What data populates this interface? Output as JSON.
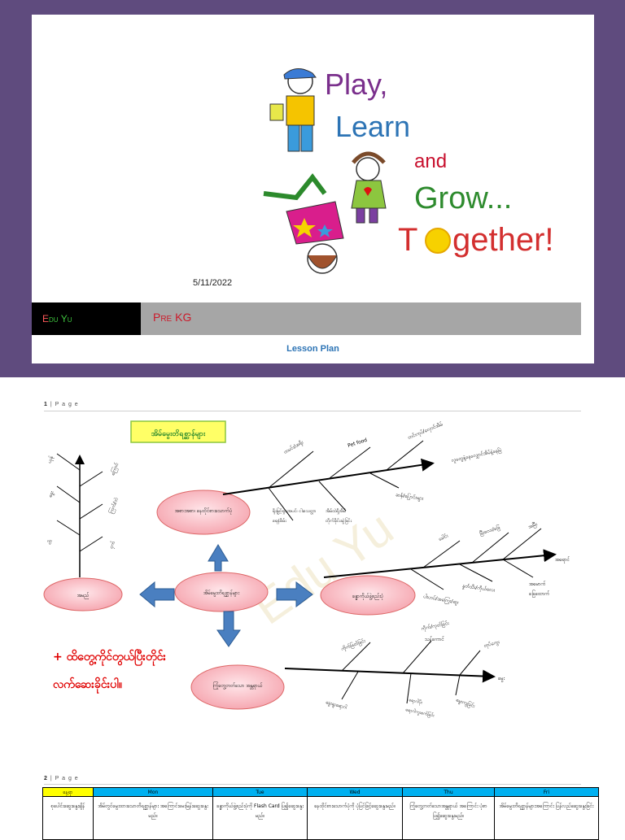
{
  "cover": {
    "art_words": [
      "Play,",
      "Learn",
      "and",
      "Grow...",
      "T",
      "gether!"
    ],
    "date": "5/11/2022",
    "author_initial": "E",
    "author_rest": "du Yu",
    "course": "Pre KG",
    "doc_type": "Lesson Plan",
    "colors": {
      "frame": "#5f4b7e",
      "bar_left": "#000000",
      "bar_right": "#a6a6a6",
      "course_text": "#cc1a2a",
      "author_text": "#3ec23e",
      "doc_type": "#2d74b5"
    }
  },
  "page1": {
    "page_number": "1",
    "page_label": "P a g e",
    "title": "အိမ်မွေးတိရစ္ဆာန်များ",
    "center_node": "အိမ်မွေးတိရစ္ဆာန်များ",
    "left_node": "အမည်",
    "top_node": "အစားအစာ၊ နေထိုင်စားသောက်ပုံ",
    "right_node": "ခန္ဓာကိုယ်ဖွဲ့စည်းပုံ",
    "bottom_node": "ကြုံတွေ့တတ်သော အန္တရာယ်",
    "tree_labels": [
      "ကြောင်",
      "ခွေး",
      "ယုန်",
      "ငါး",
      "ငှက်",
      "ကြက်/ဘဲ",
      "နွား"
    ],
    "top_labels": [
      "ထမင်း/အရိုး",
      "Pet food",
      "တင်းကုပ်/လှောင်အိမ်",
      "လူတွေနဲ့နေလျှောင်အိမ်နဲ့နေမြဲ",
      "ရိုးမြှင့်ရှားအပင်၊ ငါးသေတ္တာ",
      "ရေနံစိမ်း",
      "ဆန်/ပြောင်းများ",
      "အိမ်ထဲရှိအိမ်",
      "တိုက်ခိုင်းဆွဲခြင်း"
    ],
    "right_labels": [
      "ခေါင်း",
      "မြီးလေး/ခြေ",
      "အမြီး",
      "အရောင်",
      "နှုတ်သီး/ကိုယ်လေး",
      "အမောက်",
      "ပါးဟပ်/အကြေး/ဆူး",
      "ခြေထောက်"
    ],
    "bottom_labels": [
      "ကိုက်ဖြတ်ခြင်း",
      "ကိုက်/ကုတ်ခြင်း",
      "တုပ်ကွေး",
      "သန်ကောင်",
      "မွေး",
      "ခွေးရူးရောဂါ",
      "မွေးကျခြင်း",
      "ရောဂါပိုး",
      "ရောဂါကူးစက်ခြင်း"
    ],
    "note_line1": "+ ထိတွေ့ကိုင်တွယ်ပြီးတိုင်း",
    "note_line2": "လက်ဆေးခိုင်းပါ။",
    "watermark": "Edu Yu"
  },
  "page2": {
    "page_number": "2",
    "page_label": "P a g e",
    "headers": [
      "နေ့ရာ",
      "Mon",
      "Tue",
      "Wed",
      "Thu",
      "Fri"
    ],
    "row": [
      "စုပေါင်းဆွေးနွေးချိန်",
      "အိမ်တွင်မွေးထားသောတိရစ္ဆာန်များ အကြောင်းမေးမြန်းဆွေးနွေးမည်။",
      "ခန္ဓာကိုယ်ဖွဲ့စည်းပုံကို Flash Card ပြ၍ဆွေးနွေးမည်။",
      "နေထိုင်စားသောက်ပုံကို ပုံပြင်ဖြင့်ဆွေးနွေးမည်။",
      "ကြုံတွေ့တတ်သောအန္တရာယ် အကြောင်း ပုံစာပြ၍ဆွေးနွေးမည်။",
      "အိမ်မွေးတိရစ္ဆာန်များအကြောင်း ပြန်လည်ဆွေးနွေးခြင်း"
    ]
  }
}
